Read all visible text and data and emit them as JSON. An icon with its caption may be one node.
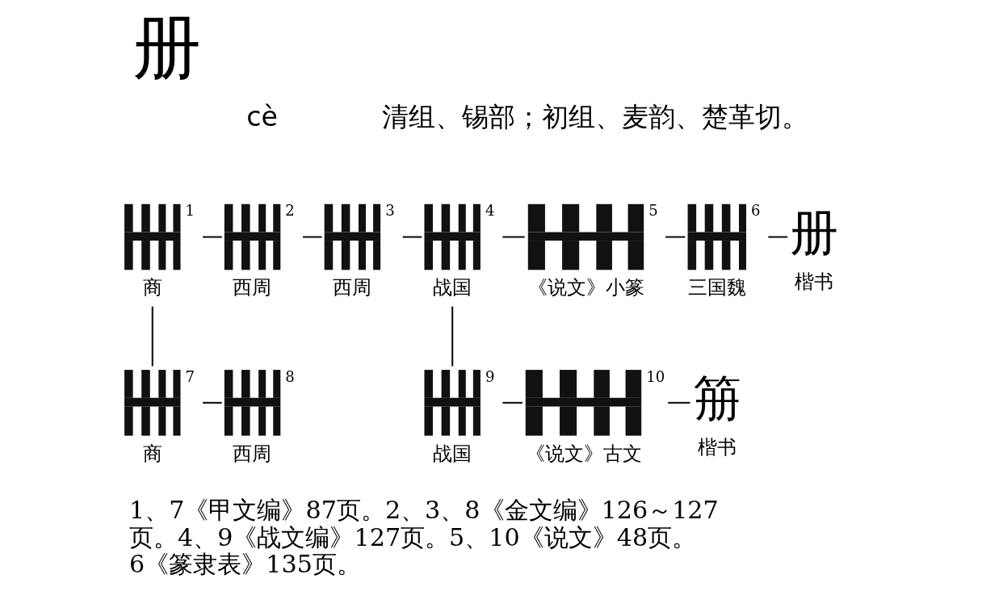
{
  "diagram": {
    "title": "册",
    "nodes": [
      {
        "text": [],
        "shape": "picture",
        "beside": [
          "1",
          "商"
        ]
      },
      {
        "text": [],
        "shape": "picture",
        "beside": [
          "2",
          "西周"
        ]
      },
      {
        "text": [],
        "shape": "picture",
        "beside": [
          "3",
          "西周"
        ]
      },
      {
        "text": [],
        "shape": "picture",
        "beside": [
          "4",
          "战国"
        ]
      },
      {
        "text": [],
        "shape": "picture",
        "beside": [
          "5",
          "《说文》小篆"
        ]
      },
      {
        "text": [],
        "shape": "picture",
        "beside": [
          "6",
          "三国魏"
        ]
      },
      {
        "text": [
          "册"
        ],
        "beside": [
          "楷书"
        ]
      },
      {
        "text": [],
        "shape": "picture",
        "beside": [
          "7",
          "商"
        ]
      },
      {
        "text": [],
        "shape": "picture",
        "beside": [
          "8",
          "西周"
        ]
      },
      {
        "text": [],
        "shape": "picture",
        "beside": [
          "9",
          "战国"
        ]
      },
      {
        "text": [],
        "shape": "picture",
        "beside": [
          "10",
          "《说文》古文"
        ]
      },
      {
        "text": [
          "笧"
        ],
        "beside": [
          "楷书"
        ]
      }
    ],
    "edges": [
      {
        "from": 0,
        "to": 1,
        "arrow": "none"
      },
      {
        "from": 1,
        "to": 2,
        "arrow": "none"
      },
      {
        "from": 2,
        "to": 3,
        "arrow": "none"
      },
      {
        "from": 3,
        "to": 4,
        "arrow": "none"
      },
      {
        "from": 4,
        "to": 5,
        "arrow": "none"
      },
      {
        "from": 5,
        "to": 6,
        "arrow": "none"
      },
      {
        "from": 0,
        "to": 7,
        "arrow": "none"
      },
      {
        "from": 3,
        "to": 9,
        "arrow": "none"
      },
      {
        "from": 7,
        "to": 8,
        "arrow": "none"
      },
      {
        "from": 9,
        "to": 10,
        "arrow": "none"
      },
      {
        "from": 10,
        "to": 11,
        "arrow": "none"
      }
    ],
    "labels": [
      "cè",
      "清组、锡部；初组、麦韵、楚革切。"
    ],
    "caption": "1、7《甲文编》87页。2、3、8《金文编》126～127页。4、9《战文编》127页。5、10《说文》48页。6《篆隶表》135页。"
  }
}
